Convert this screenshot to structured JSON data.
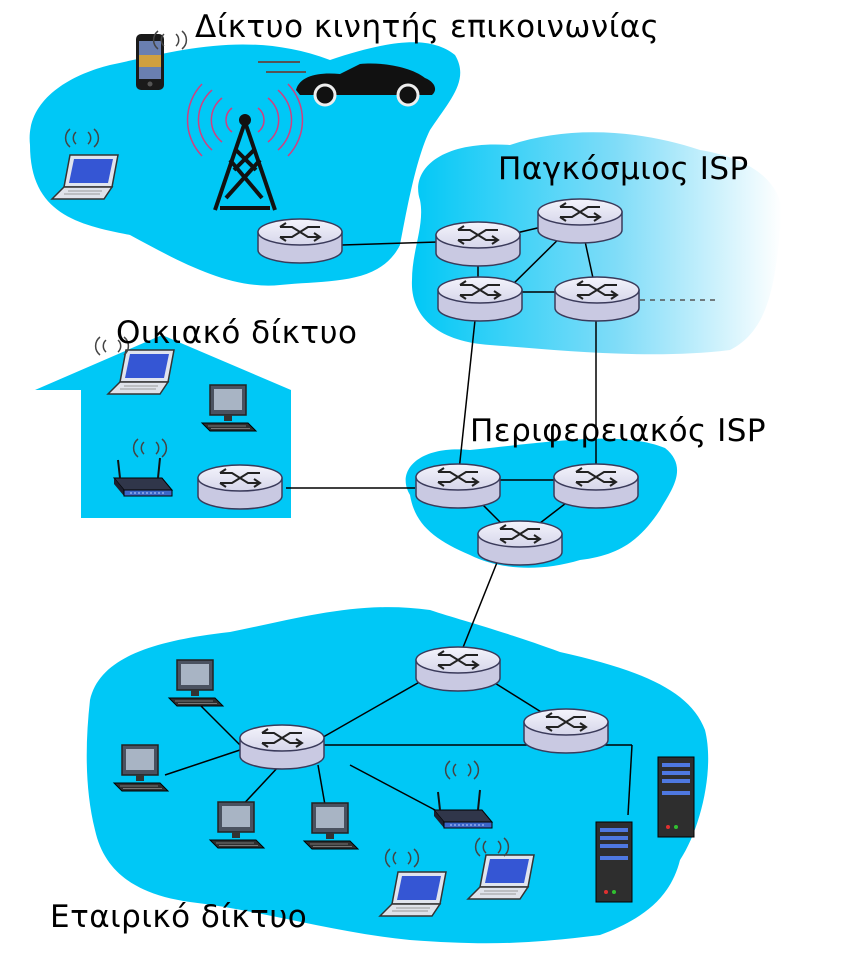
{
  "labels": {
    "mobile": "Δίκτυο κινητής επικοινωνίας",
    "global_isp": "Παγκόσμιος ISP",
    "home": "Οικιακό δίκτυο",
    "regional_isp": "Περιφερειακός ISP",
    "enterprise": "Εταιρικό δίκτυο"
  },
  "colors": {
    "cloud": "#00c8f6",
    "router_body": "#e6e6f4",
    "router_stroke": "#3a3a5a",
    "link": "#000000"
  },
  "icons": [
    "phone-icon",
    "car-icon",
    "laptop-icon",
    "cell-tower-icon",
    "router-icon",
    "desktop-icon",
    "wireless-router-icon",
    "server-icon"
  ]
}
